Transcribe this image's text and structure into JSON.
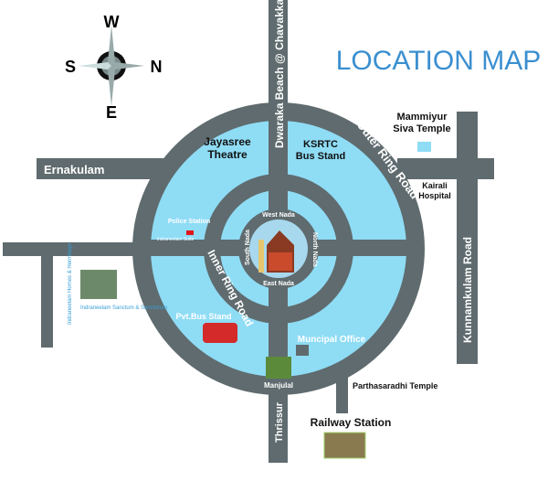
{
  "title": "LOCATION MAP",
  "compass": {
    "top": "W",
    "left": "S",
    "right": "N",
    "bottom": "E",
    "icon": "compass-rose-icon"
  },
  "roads": {
    "north": "Dwaraka Beach @ Chavakkad",
    "west": "Ernakulam",
    "east": "Kunnamkulam Road",
    "south": "Thrissur",
    "outer_ring": "Outer Ring Road",
    "inner_ring": "Inner Ring Road"
  },
  "nadas": {
    "west": "West Nada",
    "east": "East Nada",
    "north": "North Nada",
    "south": "South Nada"
  },
  "landmarks": {
    "jayasree": "Jayasree Theatre",
    "ksrtc": "KSRTC Bus Stand",
    "mammiyur": "Mammiyur Siva Temple",
    "kairali": "Kairali Hospital",
    "police": "Police Station",
    "indraneelam_suite": "Indraneelam Suite",
    "indraneelam_homes": "Indraneelam Homes & Hermitage",
    "indraneelam_sanctum": "Indraneelam Sanctum & Sanctorum",
    "pvt_bus": "Pvt.Bus Stand",
    "muncipal": "Muncipal Office",
    "manjulal": "Manjulal",
    "parthasaradhi": "Parthasaradhi Temple",
    "railway": "Railway Station"
  },
  "colors": {
    "road": "#5f6b6e",
    "area": "#8fdcf5",
    "title": "#3a8fd0",
    "police_marker": "#e0161b"
  }
}
